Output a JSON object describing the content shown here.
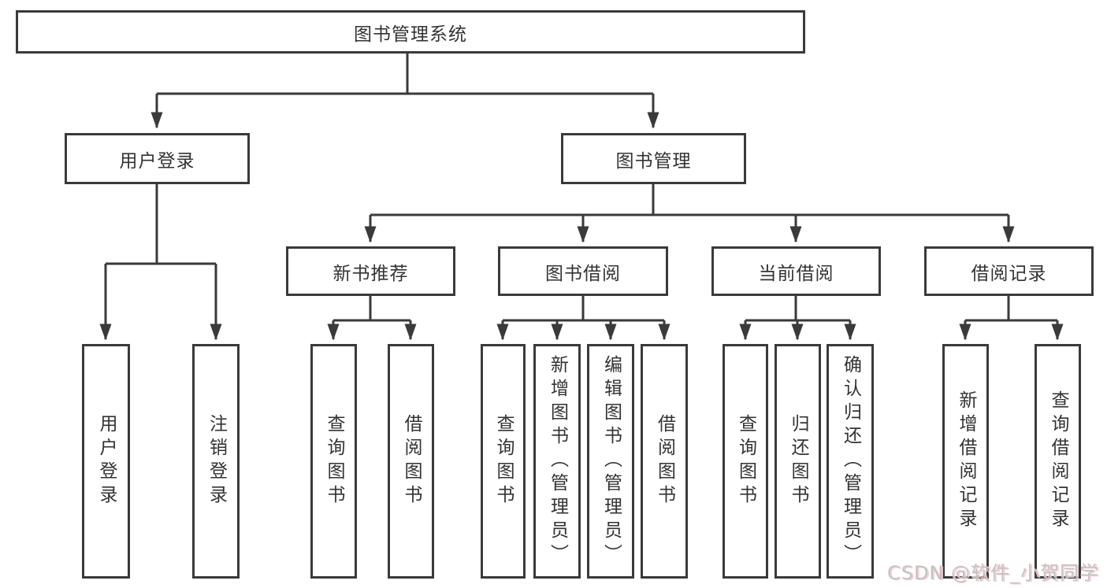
{
  "colors": {
    "line": "#3a3a3a",
    "box_border": "#3a3a3a",
    "text": "#333333",
    "background": "#ffffff",
    "watermark_text": "#c3c3c3",
    "watermark_shadow": "#f8c8cd"
  },
  "tree": {
    "root": {
      "label": "图书管理系统"
    },
    "login": {
      "label": "用户登录",
      "children": [
        {
          "label": "用户登录"
        },
        {
          "label": "注销登录"
        }
      ]
    },
    "management": {
      "label": "图书管理",
      "sections": [
        {
          "label": "新书推荐",
          "children": [
            {
              "label": "查询图书"
            },
            {
              "label": "借阅图书"
            }
          ]
        },
        {
          "label": "图书借阅",
          "children": [
            {
              "label": "查询图书"
            },
            {
              "label": "新增图书（管理员）"
            },
            {
              "label": "编辑图书（管理员）"
            },
            {
              "label": "借阅图书"
            }
          ]
        },
        {
          "label": "当前借阅",
          "children": [
            {
              "label": "查询图书"
            },
            {
              "label": "归还图书"
            },
            {
              "label": "确认归还（管理员）"
            }
          ]
        },
        {
          "label": "借阅记录",
          "children": [
            {
              "label": "新增借阅记录"
            },
            {
              "label": "查询借阅记录"
            }
          ]
        }
      ]
    }
  },
  "watermark": {
    "text": "CSDN @软件_小贺同学"
  }
}
